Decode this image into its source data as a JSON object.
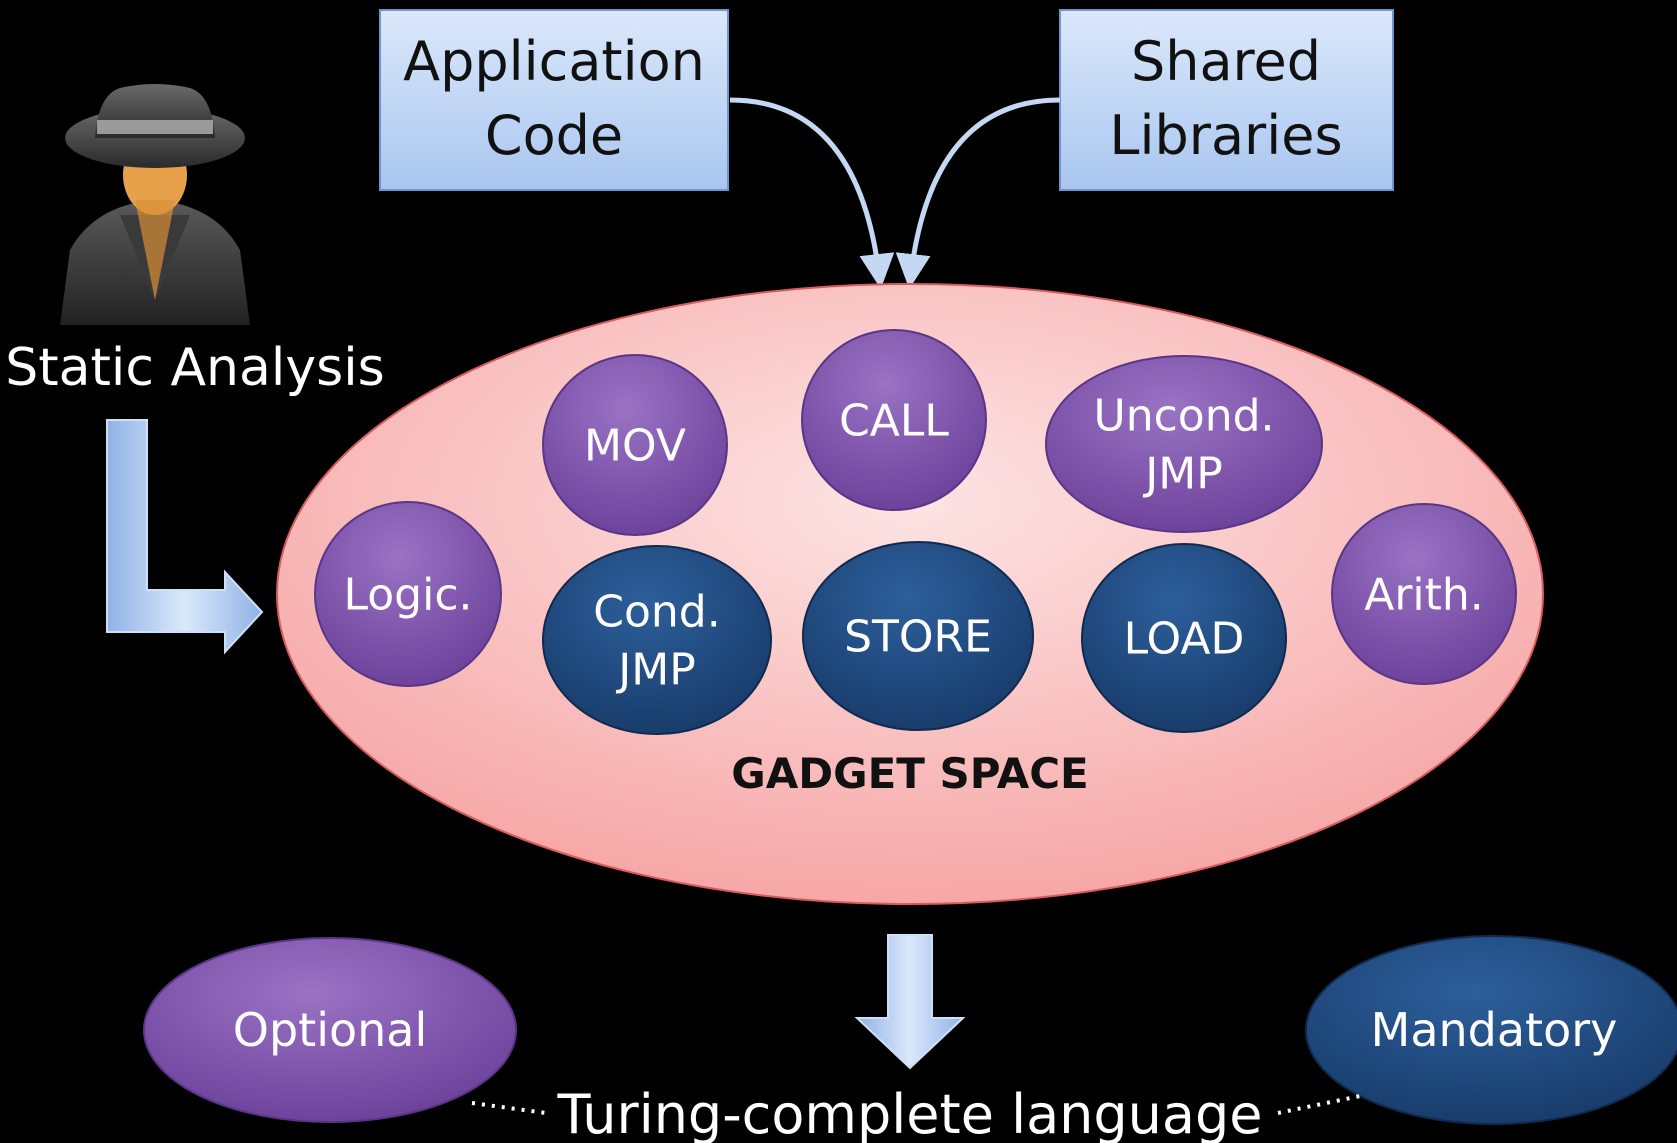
{
  "source_boxes": {
    "application_code": [
      "Application",
      "Code"
    ],
    "shared_libraries": [
      "Shared",
      "Libraries"
    ]
  },
  "static_analysis_label": "Static Analysis",
  "gadget_space": {
    "title": "GADGET SPACE",
    "gadgets": {
      "mov": [
        "MOV"
      ],
      "call": [
        "CALL"
      ],
      "uncond_jmp": [
        "Uncond.",
        "JMP"
      ],
      "logic": [
        "Logic."
      ],
      "cond_jmp": [
        "Cond.",
        "JMP"
      ],
      "store": [
        "STORE"
      ],
      "load": [
        "LOAD"
      ],
      "arith": [
        "Arith."
      ]
    }
  },
  "legend": {
    "optional": "Optional",
    "mandatory": "Mandatory"
  },
  "output_label": "Turing-complete language",
  "colors": {
    "optional_fill": "#7a4fa8",
    "mandatory_fill": "#1f4a80",
    "gadget_space_fill": "#f8a8a8",
    "box_fill": "#bcd3f2",
    "arrow_fill": "#b7cff2"
  }
}
